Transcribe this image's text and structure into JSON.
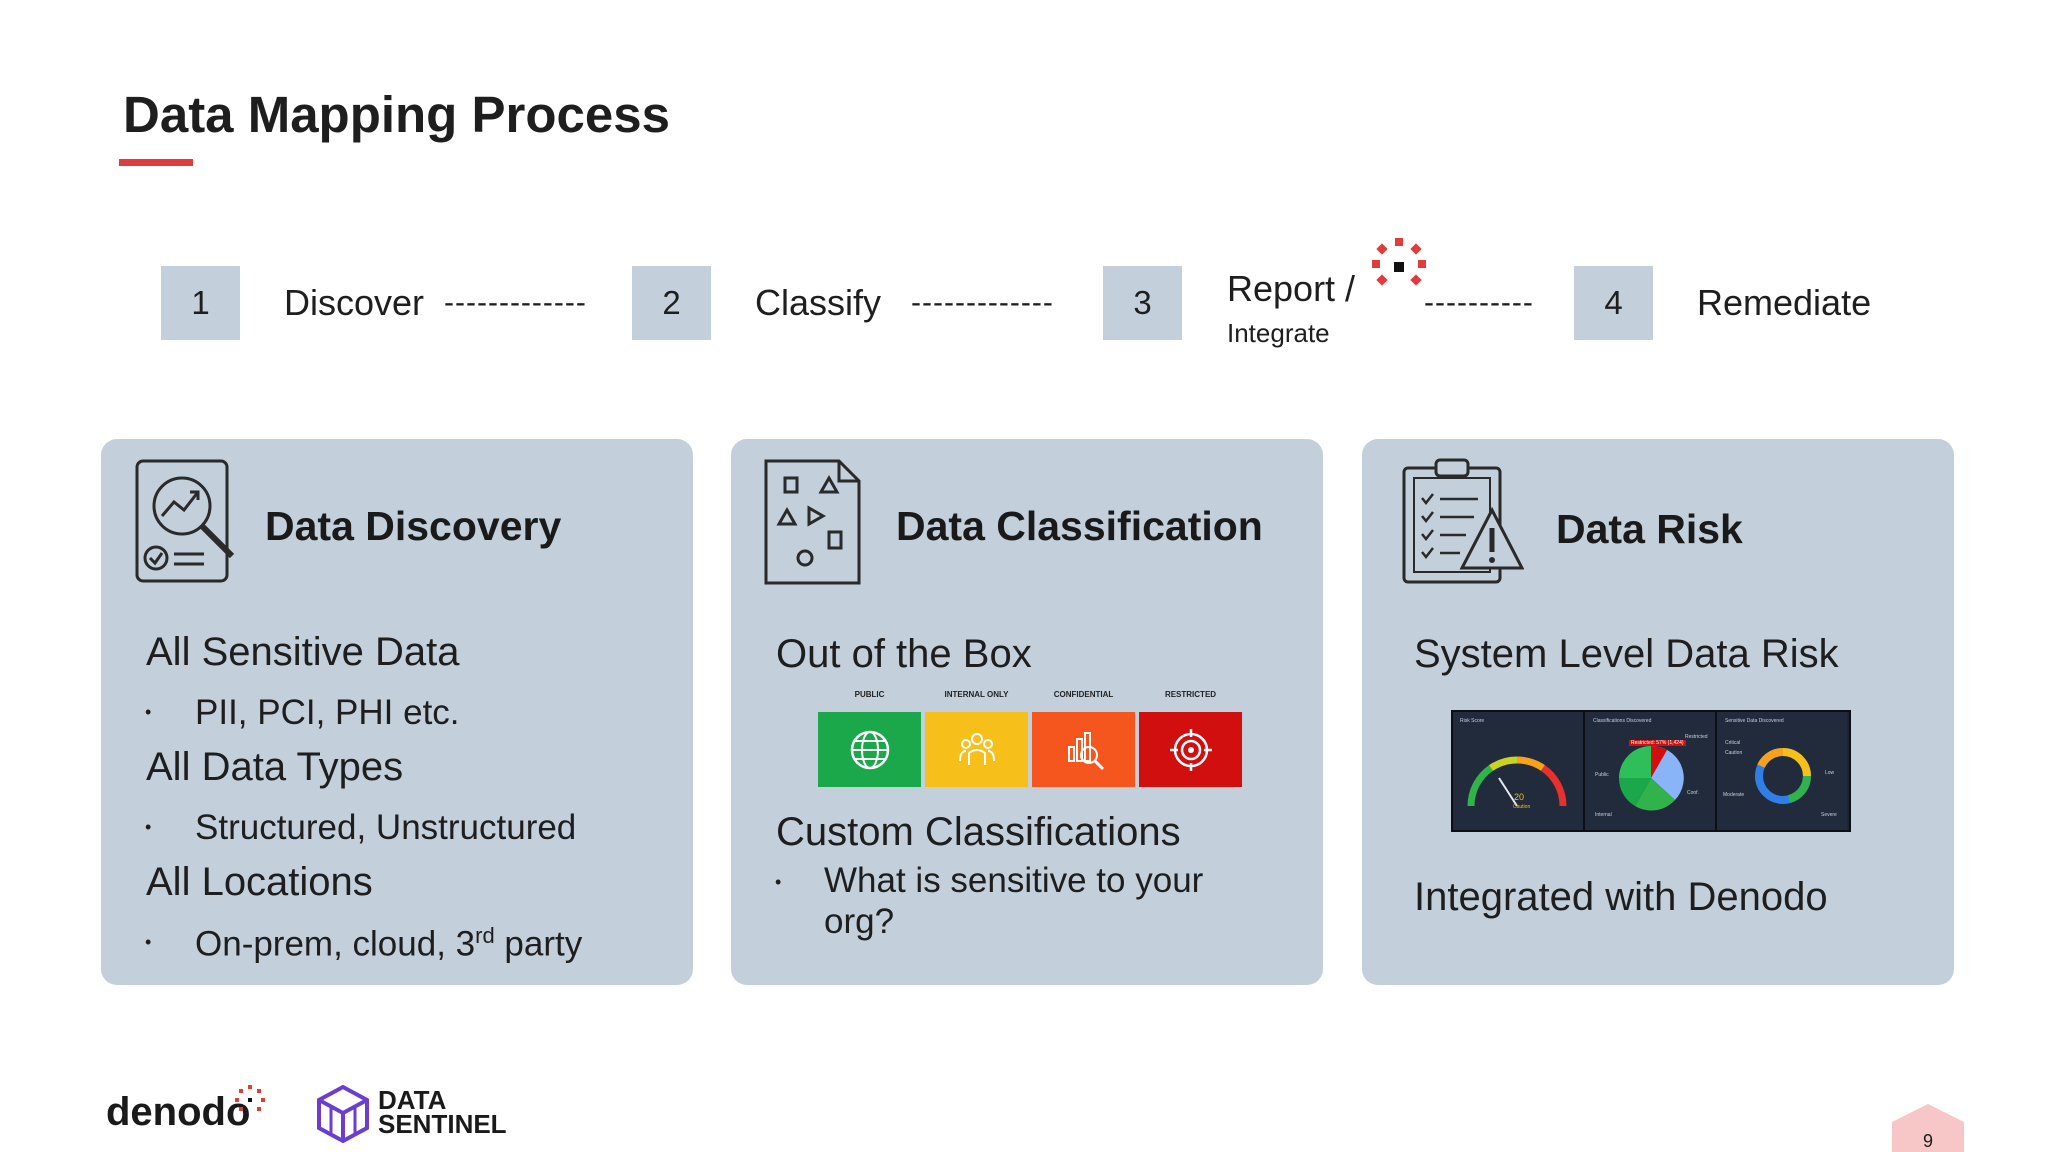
{
  "slide": {
    "title": "Data Mapping Process",
    "page_number": "9",
    "accent_color": "#e03c3c",
    "card_color": "#c3d0db"
  },
  "steps": [
    {
      "number": "1",
      "label": "Discover",
      "connector": "-------------"
    },
    {
      "number": "2",
      "label": "Classify",
      "connector": "-------------"
    },
    {
      "number": "3",
      "label": "Report /",
      "sublabel": "Integrate",
      "connector": "----------"
    },
    {
      "number": "4",
      "label": "Remediate"
    }
  ],
  "cards": {
    "discovery": {
      "icon": "search-analytics-icon",
      "title": "Data Discovery",
      "lines": [
        {
          "text": "All Sensitive Data",
          "sub": "PII, PCI, PHI etc."
        },
        {
          "text": "All Data Types",
          "sub": "Structured, Unstructured"
        },
        {
          "text": "All Locations",
          "sub_prefix": "On-prem, cloud, 3",
          "sub_sup": "rd",
          "sub_suffix": " party"
        }
      ]
    },
    "classification": {
      "icon": "document-shapes-icon",
      "title": "Data Classification",
      "heading1": "Out of the Box",
      "levels": [
        {
          "label": "PUBLIC",
          "color": "#1aa84b",
          "icon": "globe-icon"
        },
        {
          "label": "INTERNAL ONLY",
          "color": "#f6bf1a",
          "icon": "team-icon"
        },
        {
          "label": "CONFIDENTIAL",
          "color": "#f5561e",
          "icon": "chart-search-icon"
        },
        {
          "label": "RESTRICTED",
          "color": "#d10f0f",
          "icon": "target-icon"
        }
      ],
      "heading2": "Custom Classifications",
      "sub_line1": "What is sensitive to your",
      "sub_line2": "org?"
    },
    "risk": {
      "icon": "clipboard-warning-icon",
      "title": "Data Risk",
      "heading1": "System Level Data Risk",
      "dashboard": {
        "panel1_title": "Risk Score",
        "panel1_value": "20",
        "panel1_caption": "Caution",
        "panel2_title": "Classifications Discovered",
        "panel2_labels": [
          "Restricted",
          "Public",
          "Internal",
          "Conf."
        ],
        "panel2_tag": "Restricted: 57% (1,424)",
        "panel3_title": "Sensitive Data Discovered",
        "panel3_labels": [
          "Critical",
          "Caution",
          "Moderate",
          "Low",
          "Severe"
        ]
      },
      "heading2": "Integrated with Denodo"
    }
  },
  "footer": {
    "denodo_logo": "denodo",
    "sentinel_line1": "DATA",
    "sentinel_line2": "SENTINEL",
    "sentinel_color": "#6a3fd0"
  }
}
